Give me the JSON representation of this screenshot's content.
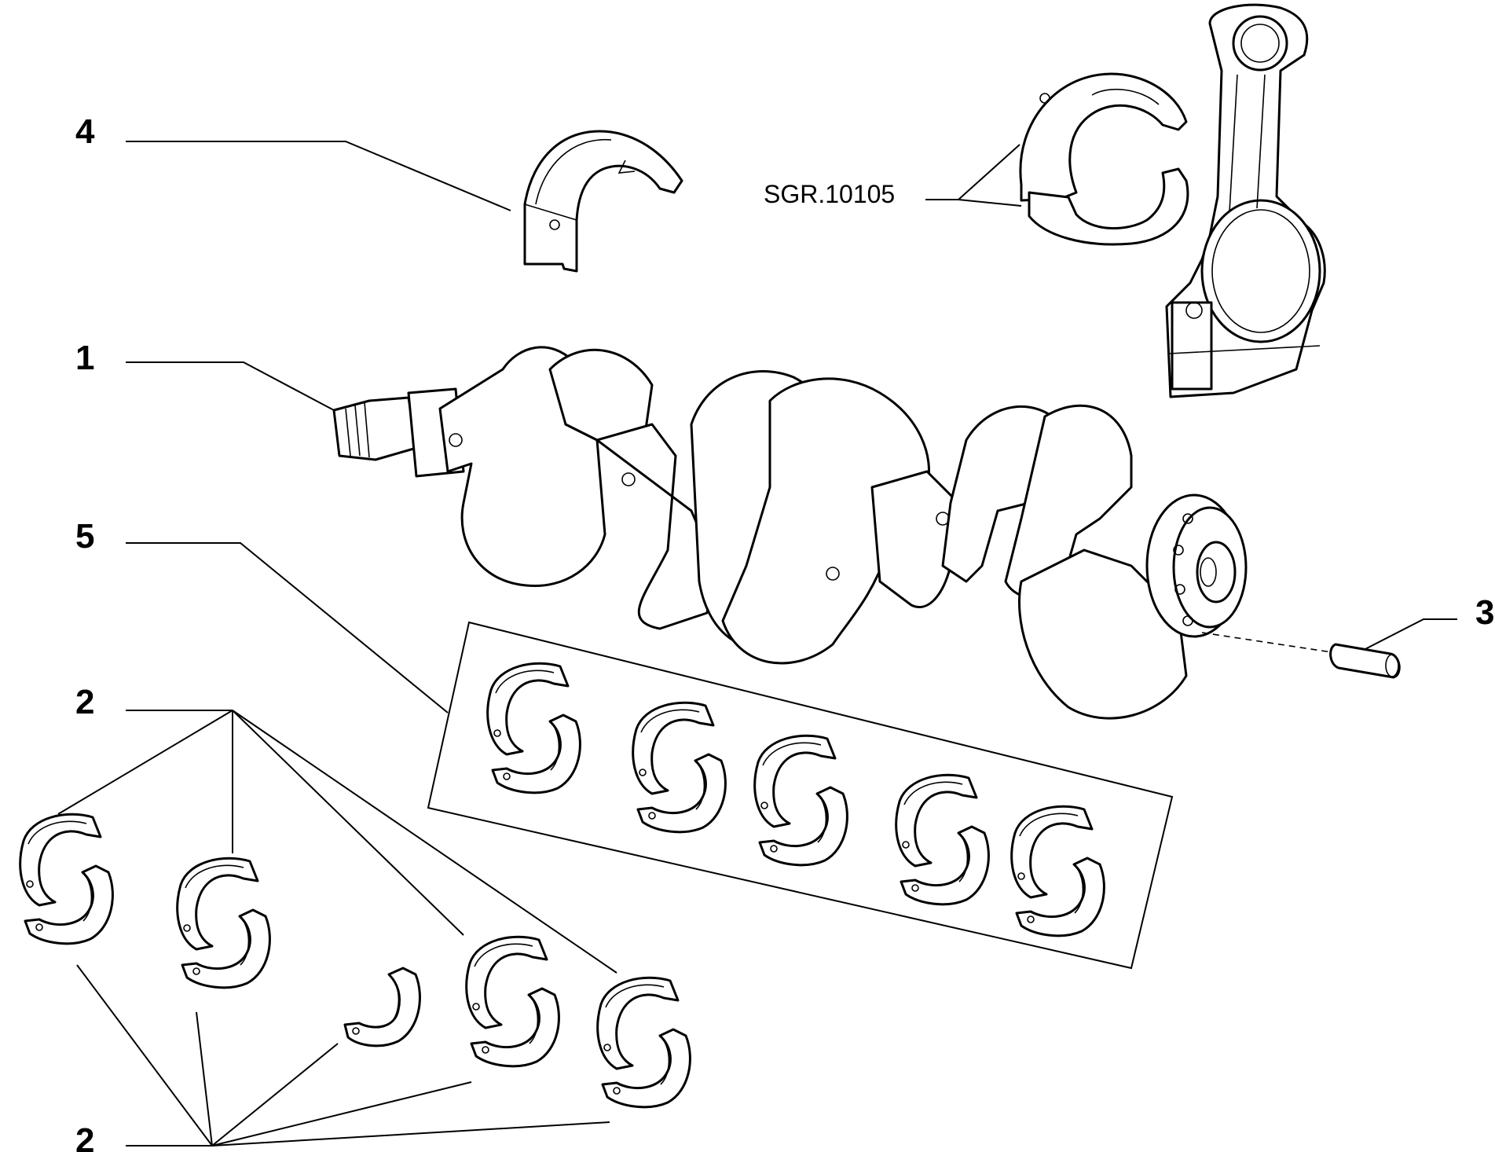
{
  "diagram": {
    "callouts": [
      {
        "id": "4",
        "label": "4"
      },
      {
        "id": "1",
        "label": "1"
      },
      {
        "id": "5",
        "label": "5"
      },
      {
        "id": "2a",
        "label": "2"
      },
      {
        "id": "2b",
        "label": "2"
      },
      {
        "id": "3",
        "label": "3"
      }
    ],
    "reference_code": "SGR.10105",
    "parts": [
      "crankshaft",
      "connecting-rod",
      "con-rod-bearing-shell",
      "main-bearing-half-shell",
      "main-bearing-set",
      "standard-bearing-shells",
      "dowel-pin"
    ]
  }
}
